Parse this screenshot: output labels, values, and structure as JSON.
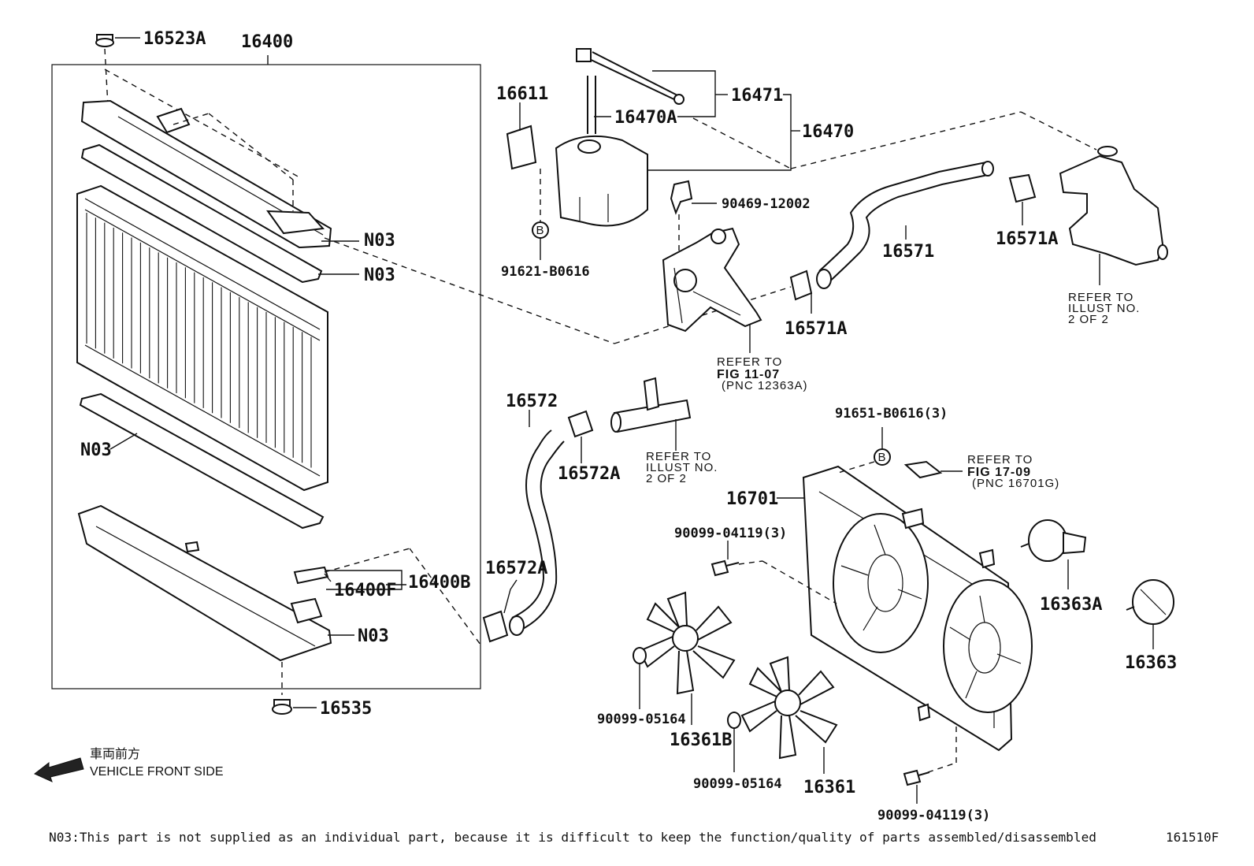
{
  "labels": {
    "p16523A": "16523A",
    "p16400": "16400",
    "pN03_a": "N03",
    "pN03_b": "N03",
    "pN03_c": "N03",
    "pN03_d": "N03",
    "p16400F": "16400F",
    "p16400B": "16400B",
    "p16535": "16535",
    "p16611": "16611",
    "p16470A": "16470A",
    "p16471": "16471",
    "p16470": "16470",
    "p90469": "90469-12002",
    "p91621": "91621-B0616",
    "p16571": "16571",
    "p16571A_a": "16571A",
    "p16571A_b": "16571A",
    "p16572": "16572",
    "p16572A_a": "16572A",
    "p16572A_b": "16572A",
    "p91651": "91651-B0616(3)",
    "p16701": "16701",
    "p90099_04119_a": "90099-04119(3)",
    "p90099_04119_b": "90099-04119(3)",
    "p16363A": "16363A",
    "p16363": "16363",
    "p90099_05164_a": "90099-05164",
    "p90099_05164_b": "90099-05164",
    "p16361B": "16361B",
    "p16361": "16361"
  },
  "refs": {
    "fig1107_l1": "REFER TO",
    "fig1107_l2": "FIG 11-07",
    "fig1107_l3": "(PNC 12363A)",
    "fig1709_l1": "REFER TO",
    "fig1709_l2": "FIG 17-09",
    "fig1709_l3": "(PNC 16701G)",
    "illust_a_l1": "REFER TO",
    "illust_a_l2": "ILLUST NO.",
    "illust_a_l3": "2 OF 2",
    "illust_b_l1": "REFER TO",
    "illust_b_l2": "ILLUST NO.",
    "illust_b_l3": "2 OF 2"
  },
  "markers": {
    "b1": "B",
    "b2": "B"
  },
  "orientation": {
    "jp": "車両前方",
    "en": "VEHICLE FRONT SIDE"
  },
  "footer": {
    "note": "N03:This part is not supplied as an individual part, because it is difficult to keep the function/quality of parts assembled/disassembled",
    "illustration_id": "161510F"
  }
}
